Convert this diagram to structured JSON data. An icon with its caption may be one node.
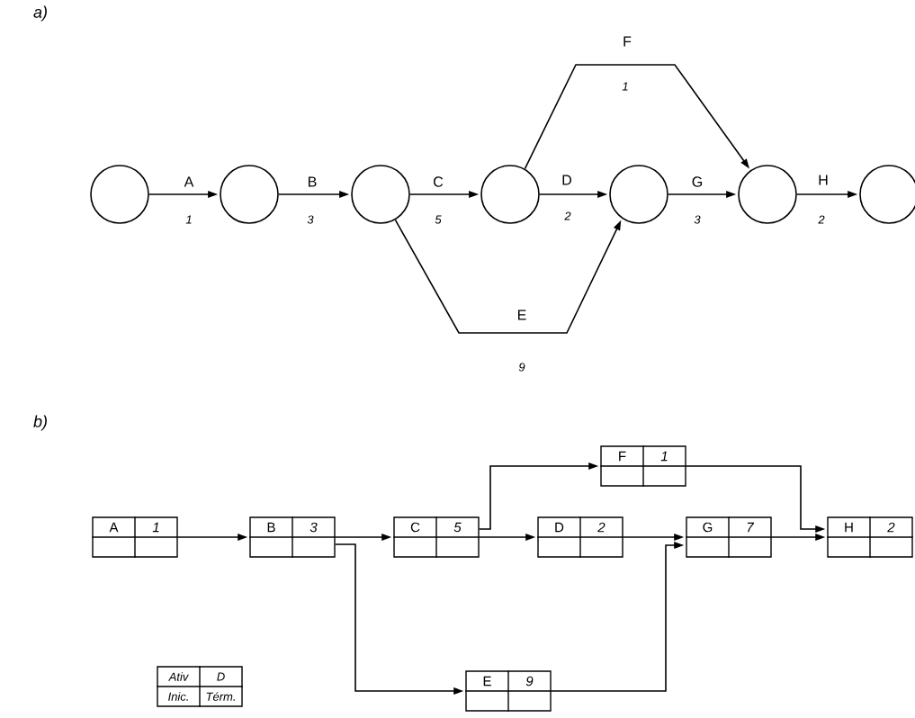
{
  "diagram": {
    "nodes": [
      {
        "text": [],
        "shape": "circle"
      },
      {
        "text": [],
        "shape": "circle"
      },
      {
        "text": [],
        "shape": "circle"
      },
      {
        "text": [],
        "shape": "circle"
      },
      {
        "text": [],
        "shape": "circle"
      },
      {
        "text": [],
        "shape": "circle"
      },
      {
        "text": [],
        "shape": "circle"
      },
      {
        "text": [
          "A",
          "1"
        ]
      },
      {
        "text": [
          "B",
          "3"
        ]
      },
      {
        "text": [
          "C",
          "5"
        ]
      },
      {
        "text": [
          "D",
          "2"
        ]
      },
      {
        "text": [
          "F",
          "1"
        ]
      },
      {
        "text": [
          "E",
          "9"
        ]
      },
      {
        "text": [
          "G",
          "7"
        ]
      },
      {
        "text": [
          "H",
          "2"
        ]
      },
      {
        "text": [
          "Ativ",
          "D",
          "Inic.",
          "Térm."
        ]
      }
    ],
    "edges": [
      {
        "from": 0,
        "to": 1,
        "arrow": "to",
        "label": "A"
      },
      {
        "from": 1,
        "to": 2,
        "arrow": "to",
        "label": "B"
      },
      {
        "from": 2,
        "to": 3,
        "arrow": "to",
        "label": "C"
      },
      {
        "from": 3,
        "to": 4,
        "arrow": "to",
        "label": "D"
      },
      {
        "from": 3,
        "to": 5,
        "arrow": "to",
        "label": "F"
      },
      {
        "from": 2,
        "to": 4,
        "arrow": "to",
        "label": "E"
      },
      {
        "from": 4,
        "to": 5,
        "arrow": "to",
        "label": "G"
      },
      {
        "from": 5,
        "to": 6,
        "arrow": "to",
        "label": "H"
      },
      {
        "from": 7,
        "to": 8,
        "arrow": "to"
      },
      {
        "from": 8,
        "to": 9,
        "arrow": "to"
      },
      {
        "from": 9,
        "to": 10,
        "arrow": "to"
      },
      {
        "from": 9,
        "to": 11,
        "arrow": "to"
      },
      {
        "from": 8,
        "to": 12,
        "arrow": "to"
      },
      {
        "from": 10,
        "to": 13,
        "arrow": "to"
      },
      {
        "from": 12,
        "to": 13,
        "arrow": "to"
      },
      {
        "from": 11,
        "to": 14,
        "arrow": "to"
      },
      {
        "from": 13,
        "to": 14,
        "arrow": "to"
      }
    ],
    "labels": [
      "a)",
      "1",
      "3",
      "5",
      "2",
      "1",
      "9",
      "3",
      "2",
      "b)"
    ]
  }
}
